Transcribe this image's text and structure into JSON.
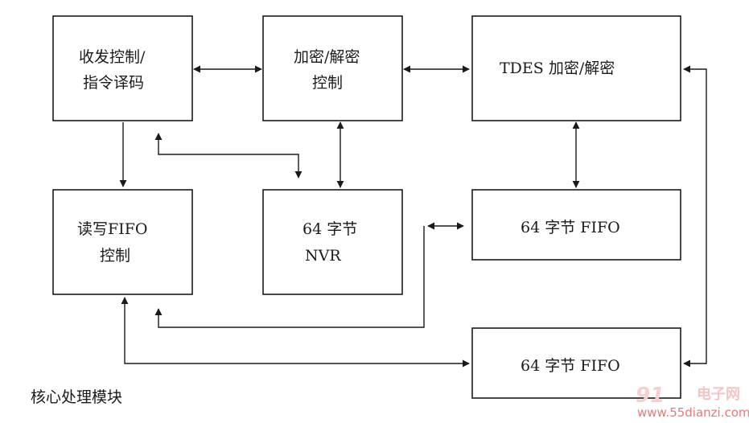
{
  "blocks": {
    "txrx": {
      "line1": "收发控制/",
      "line2": "指令译码"
    },
    "crypt": {
      "line1": "加密/解密",
      "line2": "控制"
    },
    "tdes": {
      "line1": "TDES 加密/解密"
    },
    "rwfifo": {
      "line1": "读写FIFO",
      "line2": "控制"
    },
    "nvr": {
      "line1": "64 字节",
      "line2": "NVR"
    },
    "fifo_a": {
      "line1": "64 字节 FIFO"
    },
    "fifo_b": {
      "line1": "64 字节 FIFO"
    }
  },
  "caption": "核心处理模块",
  "watermark": {
    "brand": "电子网",
    "url": "www.55dianzi.com",
    "number": "91"
  },
  "colors": {
    "line": "#1a1a1a",
    "watermark": "#e37a7a"
  }
}
